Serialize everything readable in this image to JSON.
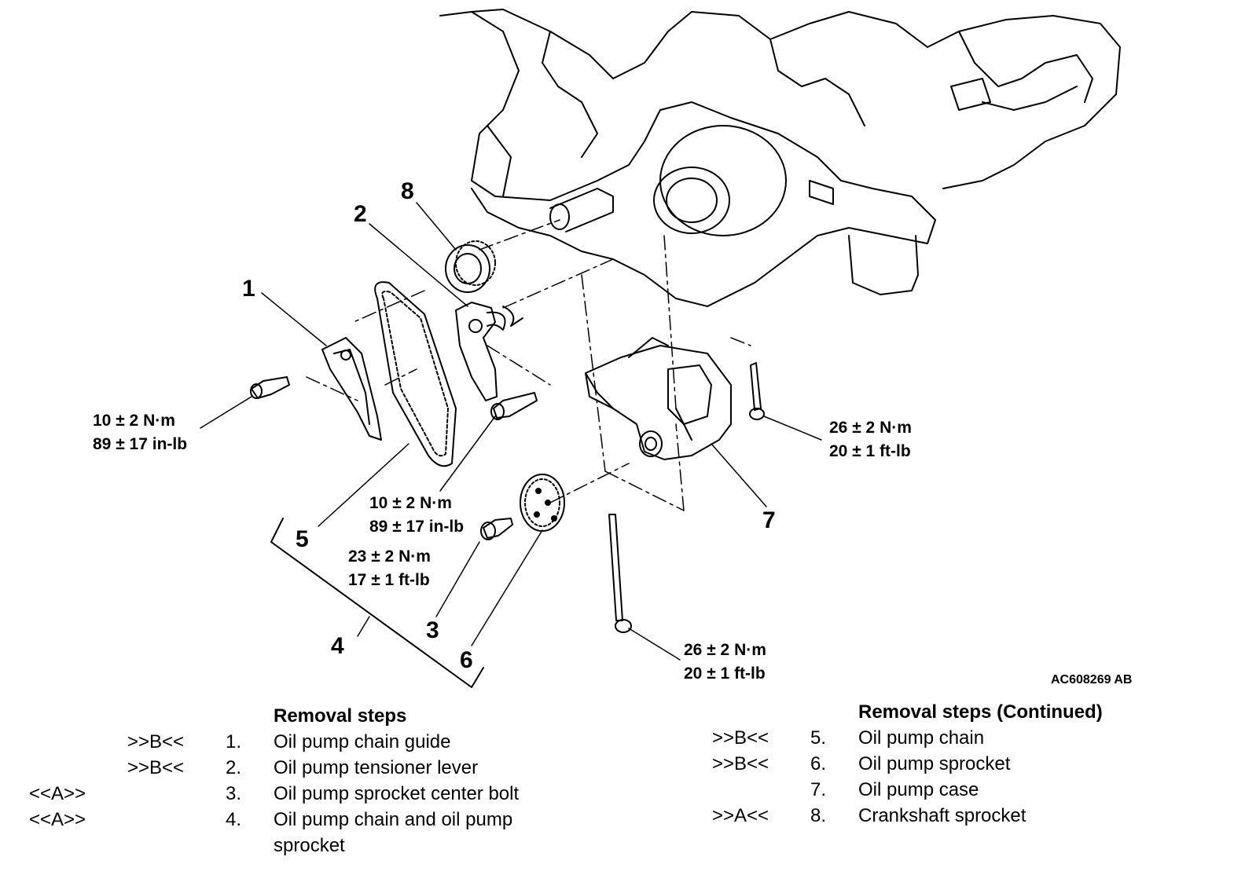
{
  "callouts": [
    "1",
    "2",
    "3",
    "4",
    "5",
    "6",
    "7",
    "8"
  ],
  "torques": {
    "t1": [
      "10 ± 2 N·m",
      "89 ± 17 in-lb"
    ],
    "t2": [
      "10 ± 2 N·m",
      "89 ± 17 in-lb"
    ],
    "t3": [
      "23 ± 2 N·m",
      "17 ± 1 ft-lb"
    ],
    "t4": [
      "26 ± 2 N·m",
      "20 ± 1 ft-lb"
    ],
    "t5": [
      "26 ± 2 N·m",
      "20 ± 1 ft-lb"
    ]
  },
  "figure_id": "AC608269 AB",
  "removal": {
    "title_left": "Removal steps",
    "title_right": "Removal steps (Continued)",
    "left": [
      {
        "note_b": ">>B<<",
        "note_a": "",
        "num": "1.",
        "text": "Oil pump chain guide"
      },
      {
        "note_b": ">>B<<",
        "note_a": "",
        "num": "2.",
        "text": "Oil pump tensioner lever"
      },
      {
        "note_b": "",
        "note_a": "<<A>>",
        "num": "3.",
        "text": "Oil pump sprocket center bolt"
      },
      {
        "note_b": "",
        "note_a": "<<A>>",
        "num": "4.",
        "text": "Oil pump chain and oil pump"
      },
      {
        "note_b": "",
        "note_a": "",
        "num": "",
        "text": "sprocket"
      }
    ],
    "right": [
      {
        "note": ">>B<<",
        "num": "5.",
        "text": "Oil pump chain"
      },
      {
        "note": ">>B<<",
        "num": "6.",
        "text": "Oil pump sprocket"
      },
      {
        "note": "",
        "num": "7.",
        "text": "Oil pump case"
      },
      {
        "note": ">>A<<",
        "num": "8.",
        "text": "Crankshaft sprocket"
      }
    ]
  }
}
